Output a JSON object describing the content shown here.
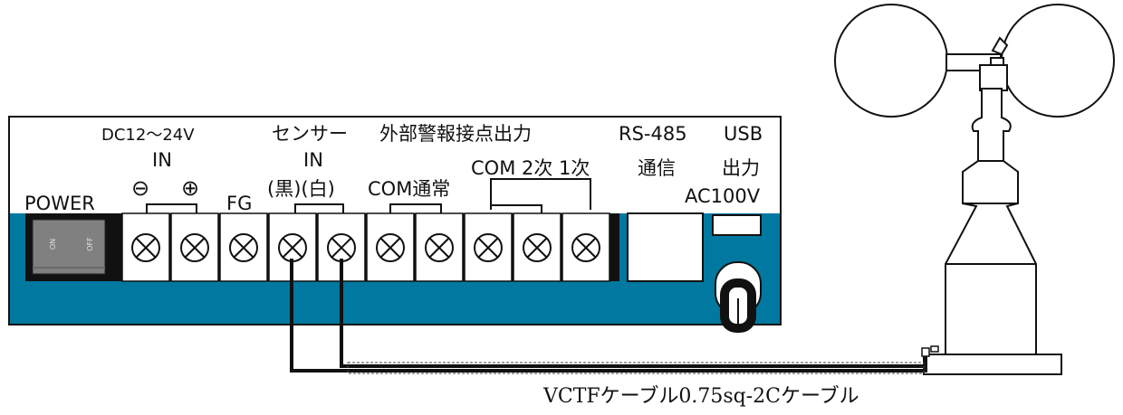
{
  "labels": {
    "dc_range": "DC12～24V",
    "sensor": "センサー",
    "external_alarm": "外部警報接点出力",
    "rs485": "RS-485",
    "usb": "USB",
    "power_in": "IN",
    "sensor_in": "IN",
    "com_2_1": "COM 2次 1次",
    "comm": "通信",
    "output": "出力",
    "minus": "⊖",
    "plus": "⊕",
    "fg": "FG",
    "black_white": "(黒)(白)",
    "com_normal": "COM通常",
    "power": "POWER",
    "ac100v": "AC100V",
    "switch_on": "ON",
    "switch_off": "OFF",
    "cable": "VCTFケーブル0.75sq-2Cケーブル"
  },
  "colors": {
    "panel_blue": "#00789f",
    "switch_gray": "#808080",
    "line": "#111111"
  },
  "terminal_count": 10
}
